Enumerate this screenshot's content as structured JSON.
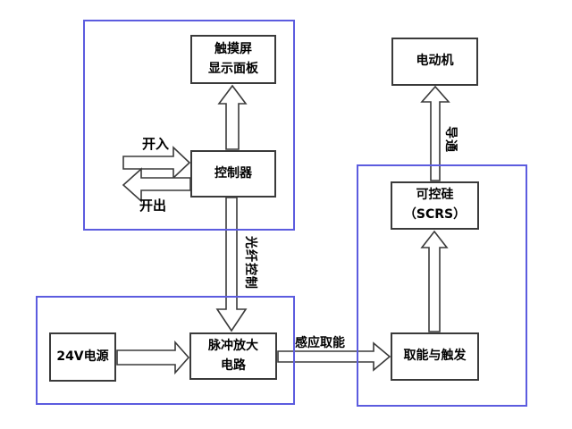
{
  "diagram": {
    "boxes": {
      "display_panel": "触摸屏\n显示面板",
      "controller": "控制器",
      "motor": "电动机",
      "scr": "可控硅\n（SCRS）",
      "power_24v": "24V电源",
      "pulse_amplifier": "脉冲放大\n电路",
      "energy_trigger": "取能与触发"
    },
    "labels": {
      "switch_in": "开入",
      "switch_out": "开出",
      "fiber_control": "光纤控制",
      "induction_energy": "感应取能",
      "conduction": "导通"
    },
    "colors": {
      "container_border": "#5c5cdf",
      "box_border": "#3a3a3a",
      "arrow_stroke": "#3a3a3a",
      "text_color": "#000000"
    }
  }
}
